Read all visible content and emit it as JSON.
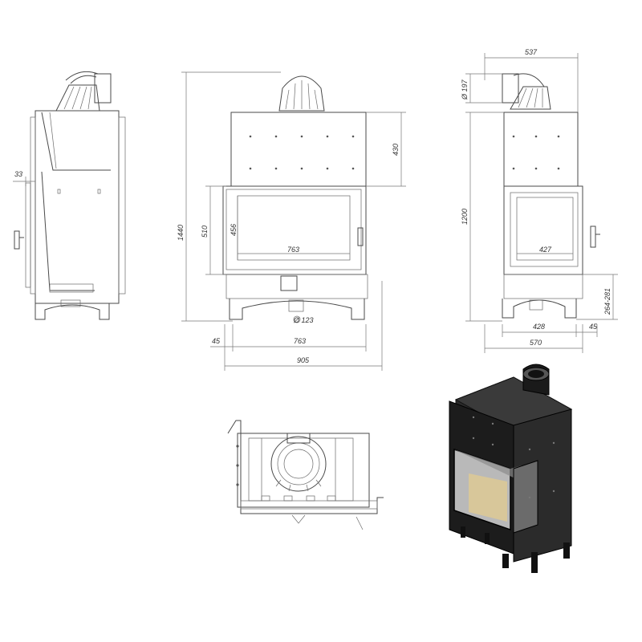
{
  "dimensions": {
    "side_offset": "33",
    "front_total_height": "1440",
    "front_door_height": "510",
    "front_glass_height": "456",
    "front_hood_height": "430",
    "front_glass_width": "763",
    "front_outlet_diameter": "Ø 123",
    "front_offset": "45",
    "front_base_width": "763",
    "front_total_width": "905",
    "right_top_width": "537",
    "right_flue_diameter": "Ø 197",
    "right_total_height": "1200",
    "right_glass_width": "427",
    "right_leg_range": "264-281",
    "right_base_width": "428",
    "right_offset": "45",
    "right_total_width": "570"
  },
  "colors": {
    "line": "#4a4a4a",
    "body_dark": "#1e1e1e",
    "firebrick": "#d8c79a"
  },
  "views": [
    "side-view",
    "front-view",
    "right-side-view",
    "top-view",
    "isometric-view"
  ]
}
